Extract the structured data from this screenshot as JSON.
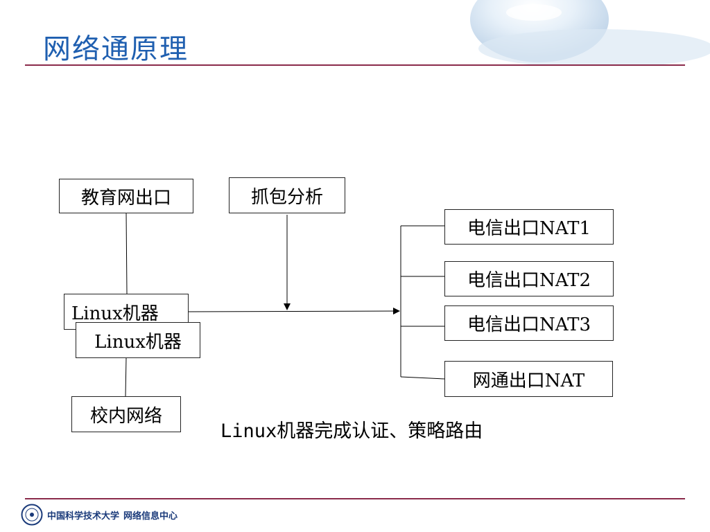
{
  "title": "网络通原理",
  "diagram": {
    "boxes": {
      "edu_exit": "教育网出口",
      "capture": "抓包分析",
      "linux_1": "Linux机器",
      "linux_2": "Linux机器",
      "campus": "校内网络",
      "telecom_1": "电信出口NAT1",
      "telecom_2": "电信出口NAT2",
      "telecom_3": "电信出口NAT3",
      "netcom": "网通出口NAT"
    },
    "caption": "Linux机器完成认证、策略路由"
  },
  "footer": {
    "org": "中国科学技术大学",
    "dept": "网络信息中心"
  },
  "colors": {
    "title": "#1f5fb0",
    "rule": "#8a2a4a",
    "footer_text": "#1a3a7a"
  }
}
